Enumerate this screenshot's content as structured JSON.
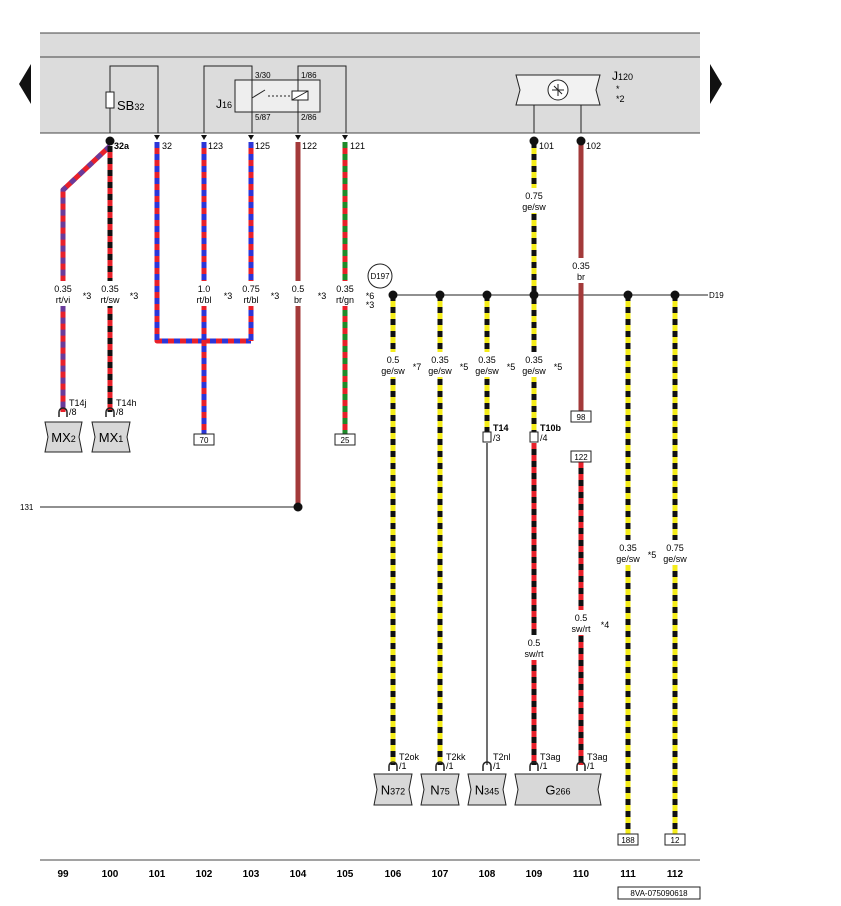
{
  "colors": {
    "rt": "#e8202a",
    "vi": "#6a3a9a",
    "sw": "#111111",
    "bl": "#2b35d8",
    "br": "#a33a3a",
    "gn": "#1f8a2a",
    "ge": "#f4ec1a",
    "panel": "#dcdcdc",
    "box": "#d8d8d8"
  },
  "doc_id": "8VA-075090618",
  "top_components": {
    "fuse": "SB",
    "fuse_sub": "32",
    "relay": "J",
    "relay_sub": "16",
    "relay_pins": [
      "3/30",
      "1/86",
      "5/87",
      "2/86"
    ],
    "unit": "J",
    "unit_sub": "120",
    "unit_notes": [
      "*",
      "*2"
    ]
  },
  "wires": [
    {
      "pin": "32a",
      "size": "0.35",
      "color": "rt/vi",
      "note": "*3",
      "conn": "T14j",
      "conn_pin": "/8"
    },
    {
      "pin": "",
      "size": "0.35",
      "color": "rt/sw",
      "note": "*3",
      "conn": "T14h",
      "conn_pin": "/8"
    },
    {
      "pin": "32"
    },
    {
      "pin": "123",
      "size": "1.0",
      "color": "rt/bl",
      "note": "*3",
      "ref": "70"
    },
    {
      "pin": "125",
      "size": "0.75",
      "color": "rt/bl",
      "note": "*3"
    },
    {
      "pin": "122",
      "size": "0.5",
      "color": "br",
      "note": "*3"
    },
    {
      "pin": "121",
      "size": "0.35",
      "color": "rt/gn",
      "note": "*6",
      "note2": "*3",
      "ref": "25"
    },
    {
      "size": "0.5",
      "color": "ge/sw",
      "note": "*7",
      "conn": "T2ok",
      "conn_pin": "/1"
    },
    {
      "size": "0.35",
      "color": "ge/sw",
      "note": "*5",
      "conn": "T2kk",
      "conn_pin": "/1"
    },
    {
      "size": "0.35",
      "color": "ge/sw",
      "note": "*5",
      "inline": "T14",
      "inline_pin": "/3",
      "conn": "T2nl",
      "conn_pin": "/1"
    },
    {
      "pin": "101",
      "size": "0.75",
      "color": "ge/sw",
      "size2": "0.35",
      "color2": "ge/sw",
      "note2": "*5",
      "inline": "T10b",
      "inline_pin": "/4",
      "size3": "0.5",
      "color3": "sw/rt",
      "conn": "T3ag",
      "conn_pin": "/1"
    },
    {
      "pin": "102",
      "size": "0.35",
      "color": "br",
      "ref": "98",
      "ref2": "122",
      "size2": "0.5",
      "color2": "sw/rt",
      "note2": "*4",
      "conn": "T3ag",
      "conn_pin": "/1"
    },
    {
      "size": "0.35",
      "color": "ge/sw",
      "note": "*5",
      "ref": "188"
    },
    {
      "size": "0.75",
      "color": "ge/sw",
      "ref": "12"
    }
  ],
  "ground_point": "D197",
  "bus_label": "D19",
  "left_line": "131",
  "components": [
    {
      "name": "MX",
      "sub": "2"
    },
    {
      "name": "MX",
      "sub": "1"
    },
    {
      "name": "N",
      "sub": "372"
    },
    {
      "name": "N",
      "sub": "75"
    },
    {
      "name": "N",
      "sub": "345"
    },
    {
      "name": "G",
      "sub": "266"
    }
  ],
  "columns": [
    "99",
    "100",
    "101",
    "102",
    "103",
    "104",
    "105",
    "106",
    "107",
    "108",
    "109",
    "110",
    "111",
    "112"
  ]
}
